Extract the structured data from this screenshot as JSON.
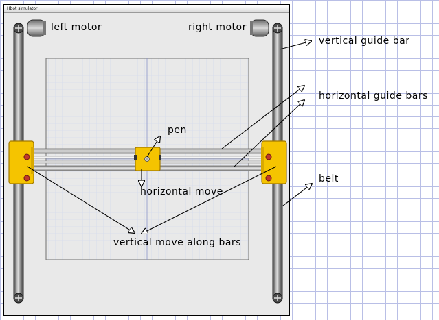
{
  "window": {
    "title": "Hbot simulator"
  },
  "labels": {
    "left_motor": "left motor",
    "right_motor": "right motor",
    "pen": "pen",
    "horizontal_move": "horizontal move",
    "vertical_move": "vertical move along bars",
    "vertical_guide_bar": "vertical guide bar",
    "horizontal_guide_bars": "horizontal guide bars",
    "belt": "belt"
  },
  "colors": {
    "carriage": "#f5c400",
    "carriage_border": "#a07800",
    "rail_dark": "#444444",
    "rail_light": "#b5b5b5",
    "screw_red": "#c0392b",
    "canvas_grid": "#c8d2ee",
    "arrow": "#000000"
  }
}
